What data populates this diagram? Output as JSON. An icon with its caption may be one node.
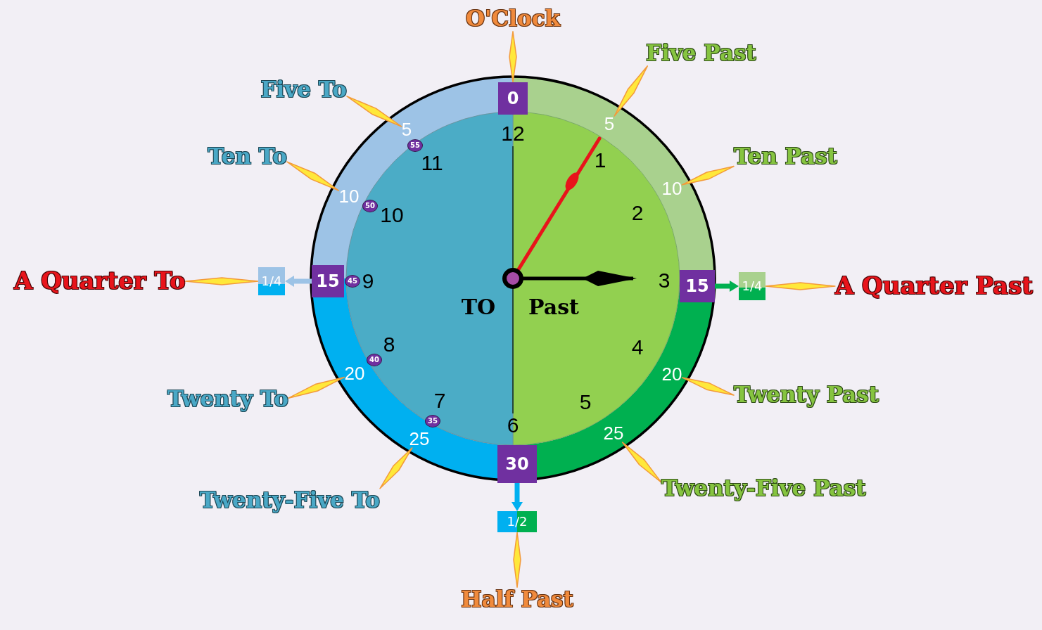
{
  "diagram": {
    "nodes": [
      {
        "text": [
          "O'Clock"
        ]
      },
      {
        "text": [
          "Five Past"
        ]
      },
      {
        "text": [
          "Five To"
        ]
      },
      {
        "text": [
          "0"
        ]
      },
      {
        "text": [
          "5"
        ]
      },
      {
        "text": [
          "5"
        ]
      },
      {
        "text": [
          "55"
        ]
      },
      {
        "text": [
          "Ten To"
        ]
      },
      {
        "text": [
          "Ten Past"
        ]
      },
      {
        "text": [
          "10"
        ]
      },
      {
        "text": [
          "10"
        ]
      },
      {
        "text": [
          "50"
        ]
      },
      {
        "text": [
          "A Quarter To"
        ]
      },
      {
        "text": [
          "1/4"
        ]
      },
      {
        "text": [
          "15"
        ]
      },
      {
        "text": [
          "45"
        ]
      },
      {
        "text": [
          "15"
        ]
      },
      {
        "text": [
          "1/4"
        ]
      },
      {
        "text": [
          "A Quarter Past"
        ]
      },
      {
        "text": [
          "40"
        ]
      },
      {
        "text": [
          "20"
        ]
      },
      {
        "text": [
          "20"
        ]
      },
      {
        "text": [
          "Twenty To"
        ]
      },
      {
        "text": [
          "Twenty Past"
        ]
      },
      {
        "text": [
          "35"
        ]
      },
      {
        "text": [
          "25"
        ]
      },
      {
        "text": [
          "25"
        ]
      },
      {
        "text": [
          "30"
        ]
      },
      {
        "text": [
          "Twenty-Five To"
        ]
      },
      {
        "text": [
          "Twenty-Five Past"
        ]
      },
      {
        "text": [
          "1/2"
        ]
      },
      {
        "text": [
          "Half Past"
        ]
      }
    ],
    "edges": [
      {
        "from": 0,
        "to": 3,
        "arrow": "none"
      },
      {
        "from": 1,
        "to": 5,
        "arrow": "none"
      },
      {
        "from": 2,
        "to": 4,
        "arrow": "none"
      },
      {
        "from": 7,
        "to": 9,
        "arrow": "none"
      },
      {
        "from": 8,
        "to": 10,
        "arrow": "none"
      },
      {
        "from": 12,
        "to": 13,
        "arrow": "none"
      },
      {
        "from": 14,
        "to": 13,
        "arrow": "to",
        "color": "#9dc3e6"
      },
      {
        "from": 16,
        "to": 17,
        "arrow": "to",
        "color": "#00b050"
      },
      {
        "from": 18,
        "to": 17,
        "arrow": "none"
      },
      {
        "from": 22,
        "to": 20,
        "arrow": "none"
      },
      {
        "from": 23,
        "to": 21,
        "arrow": "none"
      },
      {
        "from": 28,
        "to": 25,
        "arrow": "none"
      },
      {
        "from": 29,
        "to": 26,
        "arrow": "none"
      },
      {
        "from": 27,
        "to": 30,
        "arrow": "to",
        "color": "#00b0f0"
      },
      {
        "from": 31,
        "to": 30,
        "arrow": "none"
      }
    ],
    "labels": [
      "12",
      "11",
      "1",
      "10",
      "2",
      "9",
      "3",
      "TO",
      "Past",
      "8",
      "4",
      "7",
      "5",
      "6"
    ]
  }
}
